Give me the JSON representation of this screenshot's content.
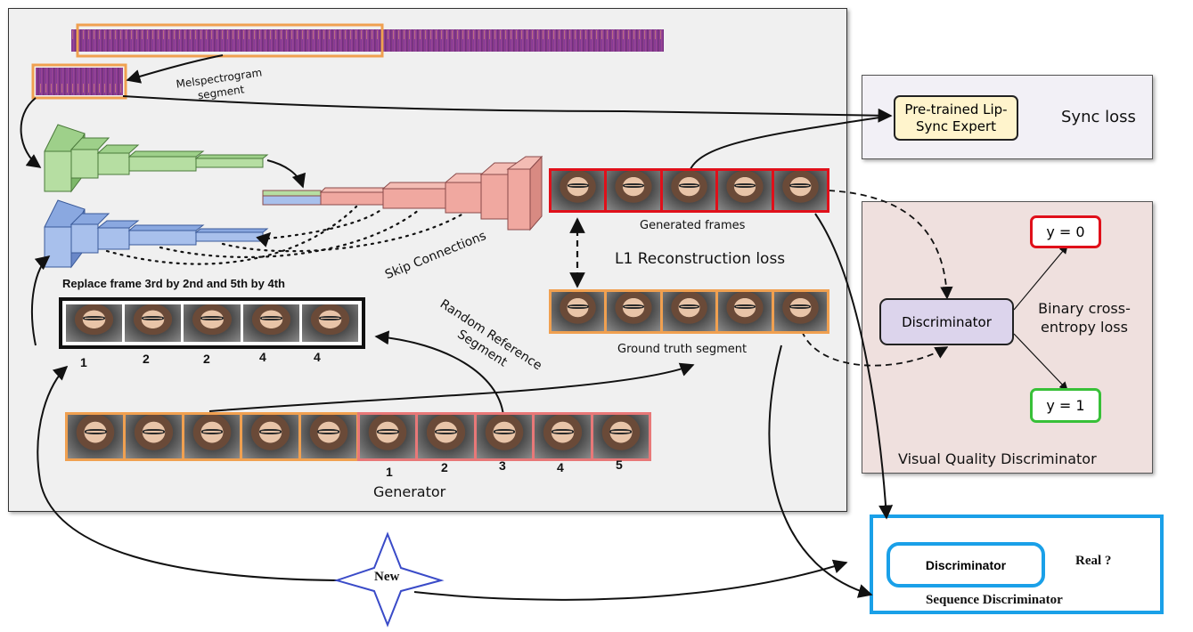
{
  "generator": {
    "title": "Generator",
    "mel_label": "Melspectrogram segment",
    "skip_label": "Skip Connections",
    "replace_label": "Replace frame 3rd by 2nd and 5th by 4th",
    "replace_numbers": [
      "1",
      "2",
      "2",
      "4",
      "4"
    ],
    "reference_numbers": [
      "1",
      "2",
      "3",
      "4",
      "5"
    ],
    "random_ref_label": "Random Reference Segment",
    "generated_label": "Generated frames",
    "ground_truth_label": "Ground truth segment",
    "l1_label": "L1 Reconstruction loss"
  },
  "sync": {
    "expert_label": "Pre-trained Lip-Sync Expert",
    "loss_label": "Sync loss"
  },
  "visual_disc": {
    "disc_label": "Discriminator",
    "y0_label": "y = 0",
    "y1_label": "y = 1",
    "bce_label": "Binary cross-entropy loss",
    "title": "Visual Quality Discriminator"
  },
  "sequence_disc": {
    "disc_label": "Discriminator",
    "real_label": "Real ?",
    "title": "Sequence Discriminator"
  },
  "new_badge": "New",
  "colors": {
    "orange": "#f0a050",
    "red": "#e0101a",
    "green": "#38c038",
    "blue": "#1aa0e8",
    "star": "#3a4bc8",
    "panel_gray": "#f0f0f0",
    "panel_pink": "#efe0de",
    "panel_lav": "#f2f0f6"
  }
}
